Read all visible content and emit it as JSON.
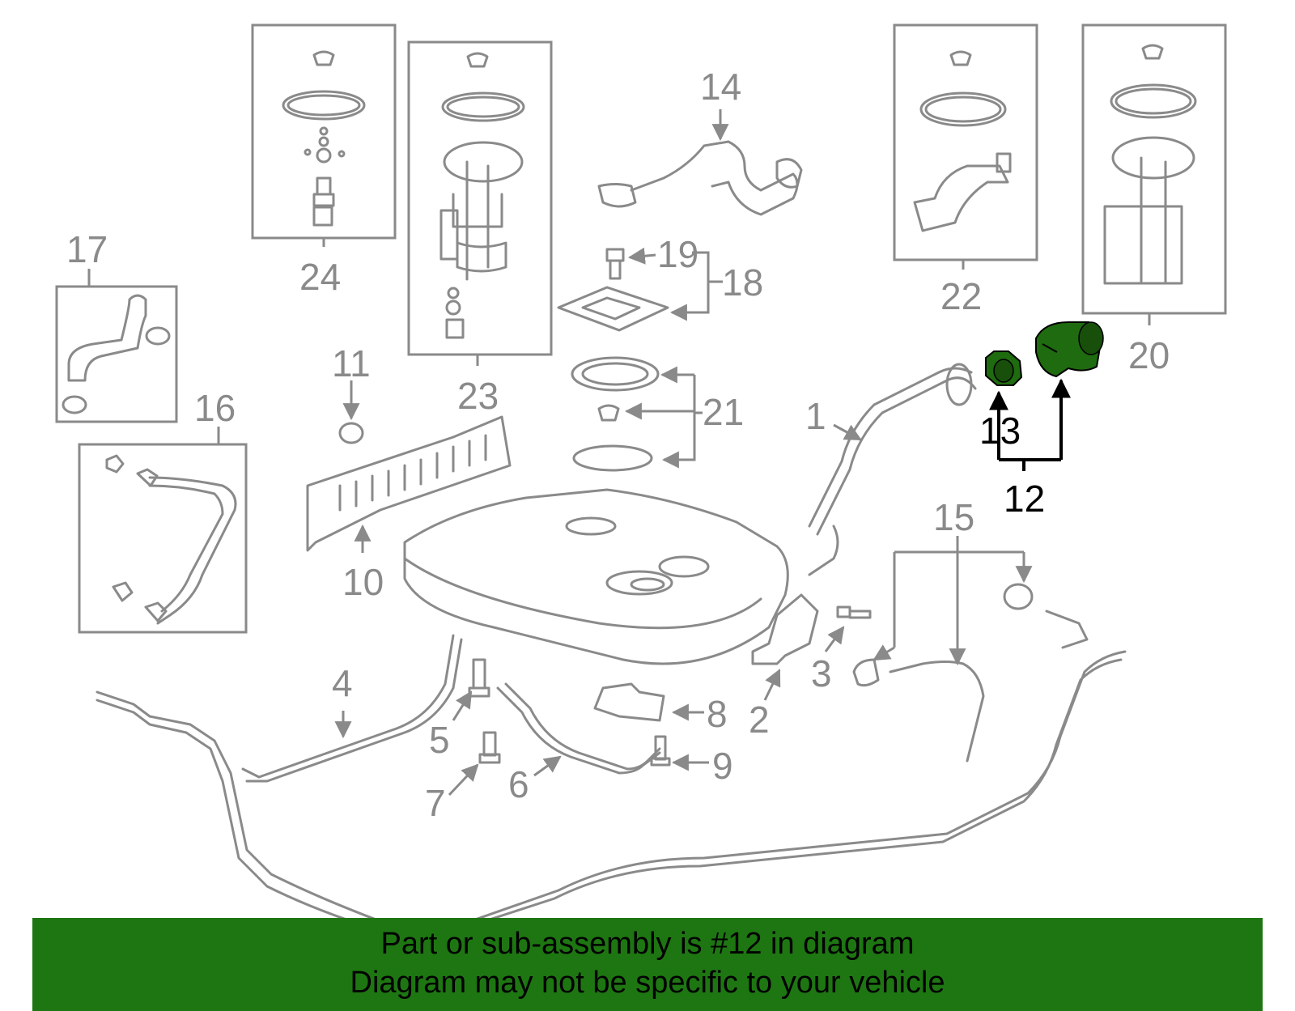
{
  "colors": {
    "line": "#8a8a8a",
    "highlight_fill": "#1f6b0f",
    "banner_bg": "#1e7612",
    "text_highlight": "#000000"
  },
  "callouts": {
    "c1": "1",
    "c2": "2",
    "c3": "3",
    "c4": "4",
    "c5": "5",
    "c6": "6",
    "c7": "7",
    "c8": "8",
    "c9": "9",
    "c10": "10",
    "c11": "11",
    "c12": "12",
    "c13": "13",
    "c14": "14",
    "c15": "15",
    "c16": "16",
    "c17": "17",
    "c18": "18",
    "c19": "19",
    "c20": "20",
    "c21": "21",
    "c22": "22",
    "c23": "23",
    "c24": "24"
  },
  "highlighted_part": "12",
  "footer": {
    "line1": "Part or sub-assembly is #12 in diagram",
    "line2": "Diagram may not be specific to your vehicle"
  }
}
